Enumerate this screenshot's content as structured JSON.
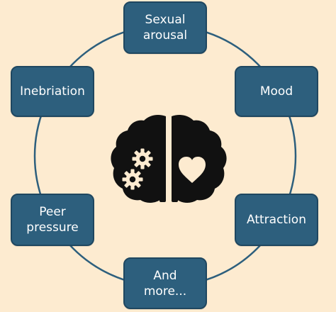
{
  "diagram": {
    "nodes": [
      {
        "id": "top",
        "label": "Sexual\narousal"
      },
      {
        "id": "right1",
        "label": "Mood"
      },
      {
        "id": "right2",
        "label": "Attraction"
      },
      {
        "id": "bottom",
        "label": "And\nmore..."
      },
      {
        "id": "left2",
        "label": "Peer\npressure"
      },
      {
        "id": "left1",
        "label": "Inebriation"
      }
    ],
    "center_icon": "brain-icon",
    "center_icon_parts": [
      "gears-icon",
      "heart-icon"
    ],
    "colors": {
      "background": "#fdebd0",
      "node_fill": "#2d5f7d",
      "node_text": "#ffffff",
      "ring": "#2d5f7d",
      "icon": "#111111"
    }
  }
}
